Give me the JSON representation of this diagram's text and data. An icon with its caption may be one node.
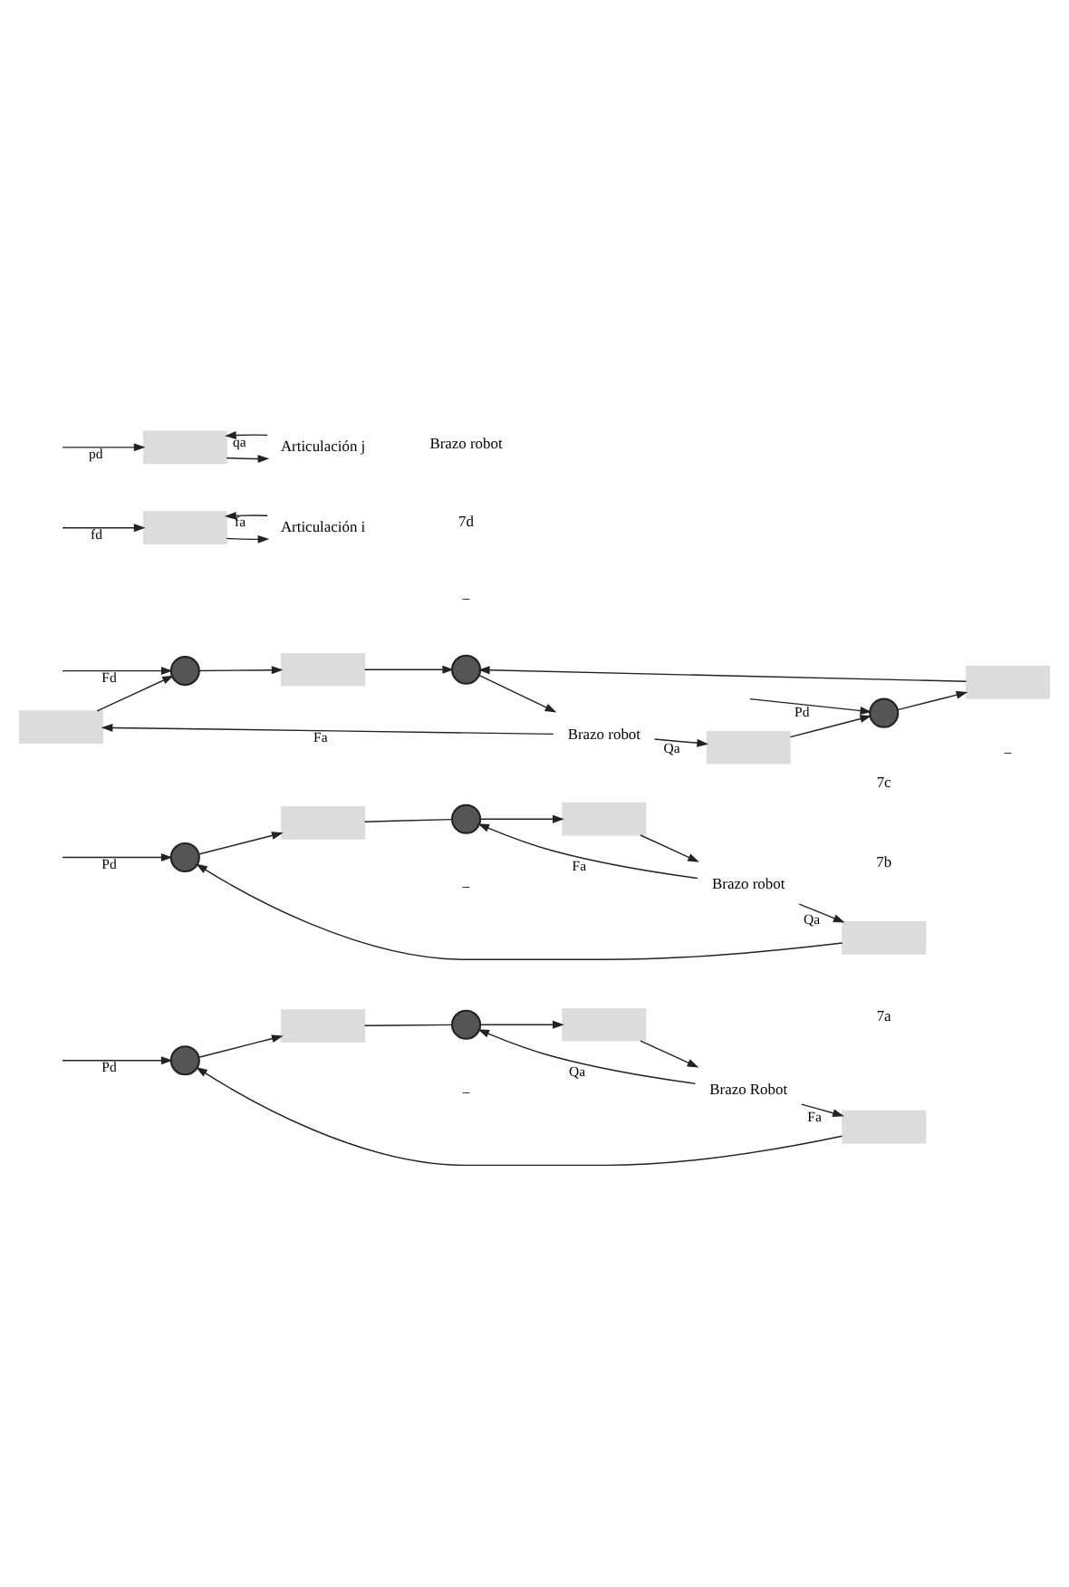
{
  "diagram": {
    "nodes": [
      {
        "text": [],
        "shape": "circle"
      },
      {
        "text": [],
        "shape": "box"
      },
      {
        "text": [],
        "shape": "circle"
      },
      {
        "text": [],
        "shape": "box"
      },
      {
        "text": [
          "Brazo Robot"
        ]
      },
      {
        "text": [],
        "shape": "box"
      },
      {
        "text": [],
        "shape": "circle"
      },
      {
        "text": [],
        "shape": "box"
      },
      {
        "text": [],
        "shape": "circle"
      },
      {
        "text": [],
        "shape": "box"
      },
      {
        "text": [
          "Brazo robot"
        ]
      },
      {
        "text": [],
        "shape": "box"
      },
      {
        "text": [],
        "shape": "box"
      },
      {
        "text": [],
        "shape": "circle"
      },
      {
        "text": [],
        "shape": "box"
      },
      {
        "text": [],
        "shape": "circle"
      },
      {
        "text": [
          "Brazo robot"
        ]
      },
      {
        "text": [],
        "shape": "box"
      },
      {
        "text": [],
        "shape": "circle"
      },
      {
        "text": [],
        "shape": "box"
      },
      {
        "text": [],
        "shape": "box"
      },
      {
        "text": [
          "Articulación i"
        ]
      },
      {
        "text": [],
        "shape": "box"
      },
      {
        "text": [
          "Articulación j"
        ]
      }
    ],
    "edges": [
      {
        "from": null,
        "to": 0,
        "arrow": "to",
        "label": "Pd"
      },
      {
        "from": 0,
        "to": 1,
        "arrow": "to"
      },
      {
        "from": 1,
        "to": 2,
        "arrow": "none"
      },
      {
        "from": 2,
        "to": 3,
        "arrow": "to"
      },
      {
        "from": 3,
        "to": 4,
        "arrow": "to"
      },
      {
        "from": 4,
        "to": 5,
        "arrow": "to",
        "label": "Fa"
      },
      {
        "from": 5,
        "to": 0,
        "arrow": "to"
      },
      {
        "from": 4,
        "to": 2,
        "arrow": "to",
        "label": "Qa"
      },
      {
        "from": null,
        "to": 6,
        "arrow": "to",
        "label": "Pd"
      },
      {
        "from": 6,
        "to": 7,
        "arrow": "to"
      },
      {
        "from": 7,
        "to": 8,
        "arrow": "none"
      },
      {
        "from": 8,
        "to": 9,
        "arrow": "to"
      },
      {
        "from": 9,
        "to": 10,
        "arrow": "to"
      },
      {
        "from": 10,
        "to": 8,
        "arrow": "to",
        "label": "Fa"
      },
      {
        "from": 10,
        "to": 11,
        "arrow": "to",
        "label": "Qa"
      },
      {
        "from": 11,
        "to": 6,
        "arrow": "to"
      },
      {
        "from": 16,
        "to": 12,
        "arrow": "to",
        "label": "Fa"
      },
      {
        "from": 12,
        "to": 13,
        "arrow": "to"
      },
      {
        "from": null,
        "to": 13,
        "arrow": "to",
        "label": "Fd"
      },
      {
        "from": 13,
        "to": 14,
        "arrow": "to"
      },
      {
        "from": 14,
        "to": 15,
        "arrow": "to"
      },
      {
        "from": 15,
        "to": 16,
        "arrow": "to"
      },
      {
        "from": null,
        "to": 18,
        "arrow": "to",
        "label": "Pd"
      },
      {
        "from": 18,
        "to": 17,
        "arrow": "to"
      },
      {
        "from": 17,
        "to": 15,
        "arrow": "to"
      },
      {
        "from": 16,
        "to": 19,
        "arrow": "to",
        "label": "Qa"
      },
      {
        "from": 19,
        "to": 18,
        "arrow": "to"
      },
      {
        "from": null,
        "to": 20,
        "arrow": "to",
        "label": "fd"
      },
      {
        "from": 20,
        "to": 21,
        "arrow": "to"
      },
      {
        "from": 21,
        "to": 20,
        "arrow": "to",
        "label": "fa"
      },
      {
        "from": null,
        "to": 22,
        "arrow": "to",
        "label": "pd"
      },
      {
        "from": 22,
        "to": 23,
        "arrow": "to"
      },
      {
        "from": 23,
        "to": 22,
        "arrow": "to",
        "label": "qa"
      }
    ],
    "labels": [
      "−",
      "7a",
      "−",
      "7b",
      "−",
      "7c",
      "−",
      "7d",
      "Brazo robot"
    ]
  }
}
